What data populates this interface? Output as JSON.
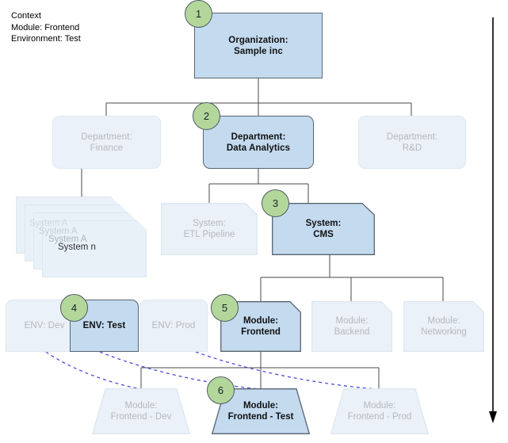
{
  "legend": {
    "title": "Context",
    "lines": [
      "Context",
      "Module: Frontend",
      "Environment: Test"
    ]
  },
  "colors": {
    "active_fill": "#c3daef",
    "active_stroke": "#5a6570",
    "faded_fill": "#eaf1f8",
    "faded_stroke": "#dde7f1",
    "faded_text": "#b4b9bd",
    "badge_fill": "#b3d79b",
    "badge_stroke": "#4f5a63",
    "connector": "#4a4a4a",
    "dashed_link": "#4b4bdd"
  },
  "levels": {
    "organization": {
      "nodes": [
        {
          "id": "org-sample-inc",
          "label": "Organization:\nSample inc",
          "state": "active",
          "badge": "1"
        }
      ]
    },
    "department": {
      "nodes": [
        {
          "id": "dept-finance",
          "label": "Department:\nFinance",
          "state": "faded",
          "badge": null
        },
        {
          "id": "dept-data-analytics",
          "label": "Department:\nData Analytics",
          "state": "active",
          "badge": "2"
        },
        {
          "id": "dept-rnd",
          "label": "Department:\nR&D",
          "state": "faded",
          "badge": null
        }
      ]
    },
    "system": {
      "stack": {
        "id": "system-stack",
        "labels": [
          "System A",
          "System A",
          "System A",
          "System n"
        ],
        "state": "faded"
      },
      "nodes": [
        {
          "id": "system-etl-pipeline",
          "label": "System:\nETL Pipeline",
          "state": "faded",
          "badge": null
        },
        {
          "id": "system-cms",
          "label": "System:\nCMS",
          "state": "active",
          "badge": "3"
        }
      ]
    },
    "environment": {
      "nodes": [
        {
          "id": "env-dev",
          "label": "ENV: Dev",
          "state": "faded",
          "badge": null
        },
        {
          "id": "env-test",
          "label": "ENV: Test",
          "state": "active",
          "badge": "4"
        },
        {
          "id": "env-prod",
          "label": "ENV: Prod",
          "state": "faded",
          "badge": null
        }
      ]
    },
    "module": {
      "nodes": [
        {
          "id": "module-frontend",
          "label": "Module:\nFrontend",
          "state": "active",
          "badge": "5"
        },
        {
          "id": "module-backend",
          "label": "Module:\nBackend",
          "state": "faded",
          "badge": null
        },
        {
          "id": "module-networking",
          "label": "Module:\nNetworking",
          "state": "faded",
          "badge": null
        }
      ]
    },
    "module_instance": {
      "nodes": [
        {
          "id": "module-frontend-dev",
          "label": "Module:\nFrontend - Dev",
          "state": "faded",
          "badge": null
        },
        {
          "id": "module-frontend-test",
          "label": "Module:\nFrontend - Test",
          "state": "active",
          "badge": "6"
        },
        {
          "id": "module-frontend-prod",
          "label": "Module:\nFrontend - Prod",
          "state": "faded",
          "badge": null
        }
      ]
    }
  },
  "flow_arrow": {
    "id": "drilldown-arrow",
    "direction": "down"
  }
}
